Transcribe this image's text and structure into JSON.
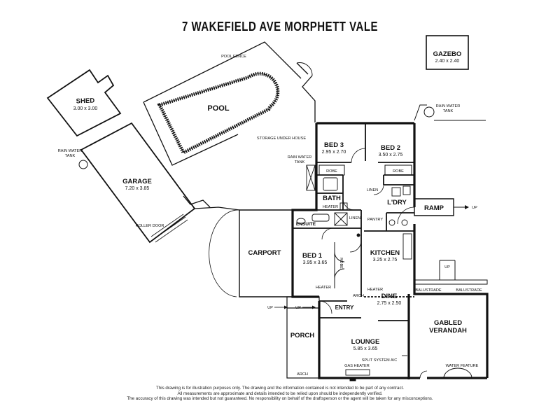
{
  "title": "7 WAKEFIELD AVE MORPHETT VALE",
  "rooms": {
    "gazebo": {
      "name": "GAZEBO",
      "dims": "2.40 x 2.40"
    },
    "shed": {
      "name": "SHED",
      "dims": "3.00 x 3.00"
    },
    "pool": {
      "name": "POOL"
    },
    "garage": {
      "name": "GARAGE",
      "dims": "7.20 x 3.85"
    },
    "bed3": {
      "name": "BED 3",
      "dims": "2.95 x 2.70"
    },
    "bed2": {
      "name": "BED 2",
      "dims": "3.50 x 2.75"
    },
    "bath": {
      "name": "BATH"
    },
    "ldry": {
      "name": "L'DRY"
    },
    "carport": {
      "name": "CARPORT"
    },
    "ensuite": {
      "name": "ENSUITE"
    },
    "bed1": {
      "name": "BED 1",
      "dims": "3.95 x 3.65"
    },
    "kitchen": {
      "name": "KITCHEN",
      "dims": "3.25 x 2.75"
    },
    "dine": {
      "name": "DINE",
      "dims": "2.75 x 2.50"
    },
    "entry": {
      "name": "ENTRY"
    },
    "porch": {
      "name": "PORCH"
    },
    "lounge": {
      "name": "LOUNGE",
      "dims": "5.85 x 3.65"
    },
    "verandah": {
      "name_line1": "GABLED",
      "name_line2": "VERANDAH"
    }
  },
  "labels": {
    "pool_fence": "POOL FENCE",
    "rain_water_tank": "RAIN WATER",
    "tank": "TANK",
    "storage_under_house": "STORAGE UNDER HOUSE",
    "robe": "ROBE",
    "robe_vertical": "ROBE",
    "linen": "LINEN",
    "heater": "HEATER",
    "pantry": "PANTRY",
    "ramp": "RAMP",
    "up": "UP",
    "roller_door": "ROLLER DOOR",
    "arch": "ARCH",
    "balustrade": "BALUSTRADE",
    "split_system": "SPLIT SYSTEM A/C",
    "gas_heater": "GAS HEATER",
    "water_feature": "WATER FEATURE"
  },
  "disclaimer": [
    "This drawing is for illustration purposes only. The drawing and the information contained is not intended to be part of any contract.",
    "All measurements are approximate and details intended to be relied upon should be independently verified.",
    "The accuracy of this drawing was intended but not guaranteed. No responsibility on behalf of the draftsperson or the agent will be taken for any misconceptions."
  ]
}
